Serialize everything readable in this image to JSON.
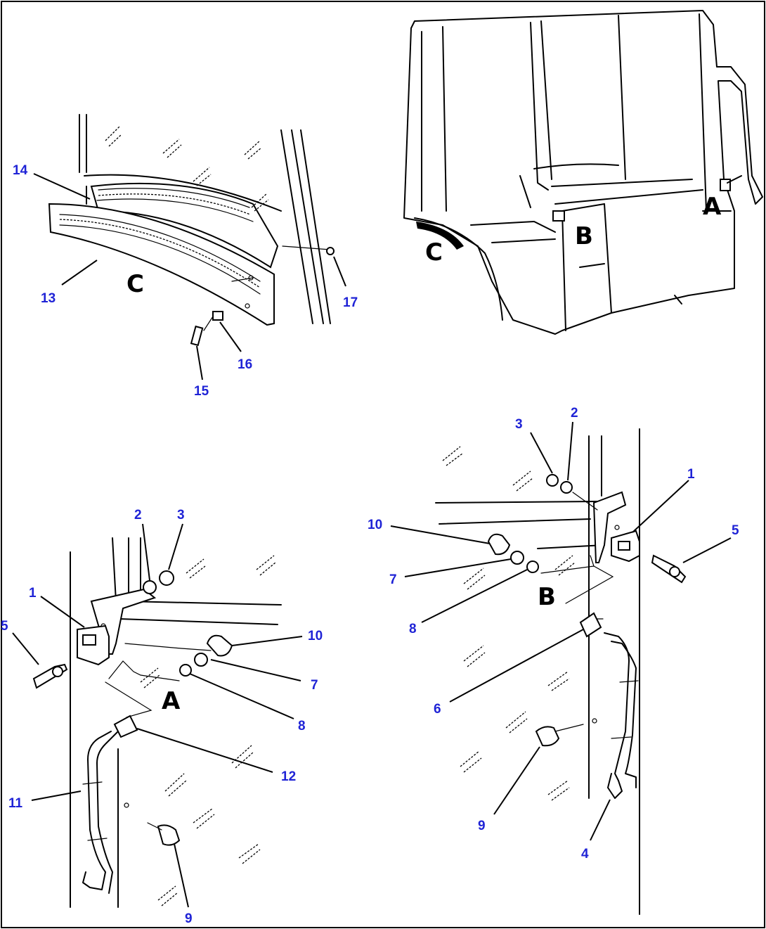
{
  "views": {
    "cab": {
      "references": [
        "A",
        "B",
        "C"
      ]
    },
    "detail_c": {
      "reference": "C",
      "callouts": [
        "14",
        "13",
        "17",
        "16",
        "15"
      ]
    },
    "detail_a": {
      "reference": "A",
      "callouts": [
        "2",
        "3",
        "1",
        "5",
        "10",
        "7",
        "8",
        "12",
        "11",
        "9"
      ]
    },
    "detail_b": {
      "reference": "B",
      "callouts": [
        "3",
        "2",
        "1",
        "5",
        "10",
        "7",
        "8",
        "6",
        "9",
        "4"
      ]
    }
  }
}
